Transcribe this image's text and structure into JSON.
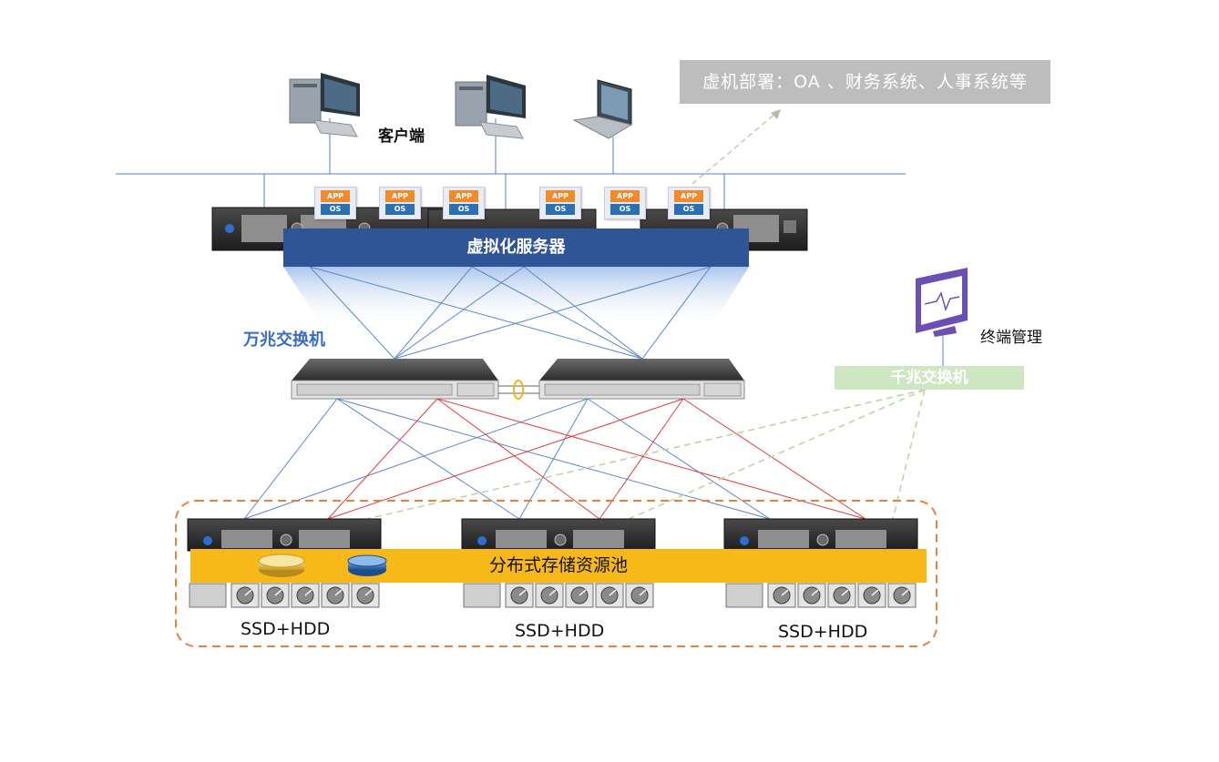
{
  "labels": {
    "clients": "客户端",
    "vm_deploy": "虚机部署：OA 、财务系统、人事系统等",
    "virt_server": "虚拟化服务器",
    "tengig_switch": "万兆交换机",
    "terminal_mgmt": "终端管理",
    "gig_switch": "千兆交换机",
    "storage_pool": "分布式存储资源池",
    "storage_node_1": "SSD+HDD",
    "storage_node_2": "SSD+HDD",
    "storage_node_3": "SSD+HDD"
  },
  "vm_badges": [
    {
      "app": "APP",
      "os": "OS"
    },
    {
      "app": "APP",
      "os": "OS"
    },
    {
      "app": "APP",
      "os": "OS"
    },
    {
      "app": "APP",
      "os": "OS"
    },
    {
      "app": "APP",
      "os": "OS"
    },
    {
      "app": "APP",
      "os": "OS"
    }
  ],
  "colors": {
    "virt_bar": "#2f5597",
    "tengig_label": "#3a6bbf",
    "gig_switch": "#cfe6c3",
    "storage_bar": "#f7b81a",
    "pool_border": "#e8823a",
    "blue_link": "#5b86c9",
    "red_link": "#e03c3c",
    "mgmt_link": "#b9d2a4"
  }
}
